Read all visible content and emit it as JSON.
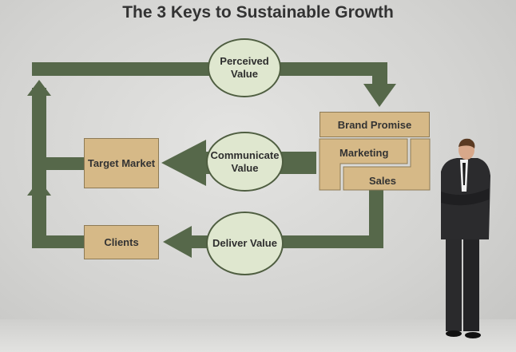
{
  "title": "The 3 Keys to Sustainable Growth",
  "nodes": {
    "perceived_value": "Perceived Value",
    "communicate_value": "Communicate Value",
    "deliver_value": "Deliver Value",
    "target_market": "Target Market",
    "clients": "Clients",
    "brand_promise": "Brand Promise",
    "marketing": "Marketing",
    "sales": "Sales"
  },
  "colors": {
    "arrow": "#56684a",
    "box": "#d6b987",
    "ellipse": "#dfe7cf"
  }
}
